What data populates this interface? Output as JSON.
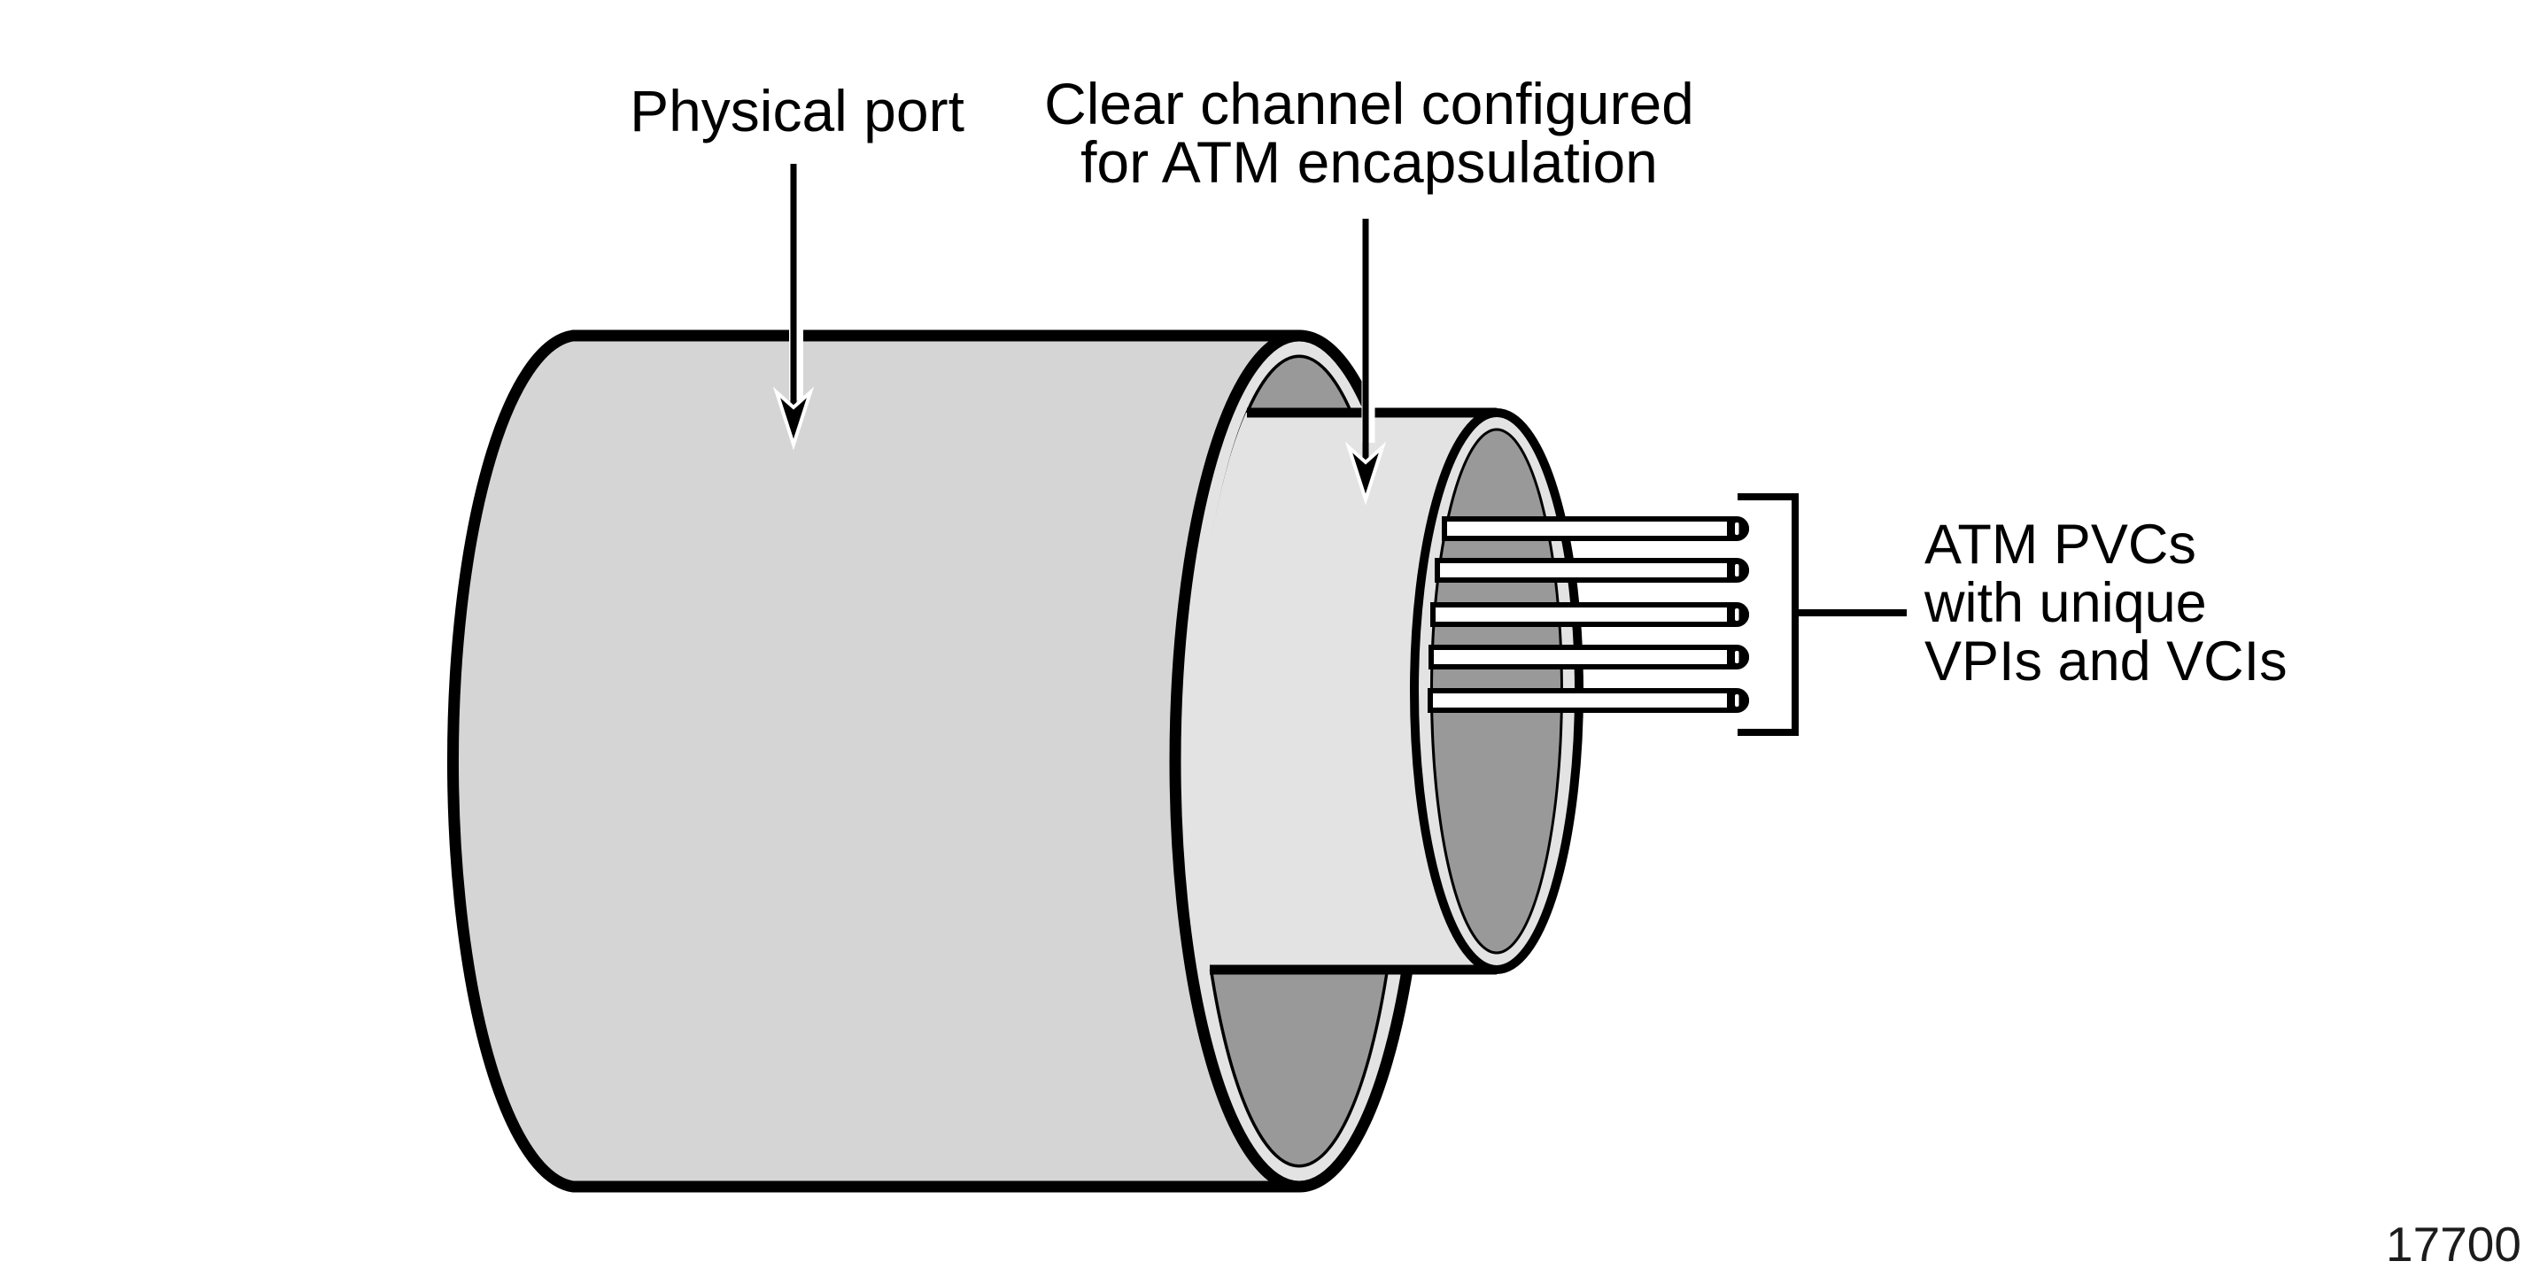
{
  "diagram": {
    "title_context": "ATM encapsulation on a clear channel physical port",
    "labels": {
      "physical_port": "Physical port",
      "clear_channel": "Clear channel configured\nfor ATM encapsulation",
      "atm_pvcs": "ATM PVCs\nwith unique\nVPIs and VCIs",
      "figure_number": "17700"
    },
    "pvc_count": 5,
    "colors": {
      "background": "#ffffff",
      "outer_body": "#d5d5d5",
      "inner_body": "#e3e3e3",
      "rim": "#e3e3e3",
      "interior": "#999999",
      "outline": "#000000",
      "wire_fill": "#ffffff"
    }
  }
}
